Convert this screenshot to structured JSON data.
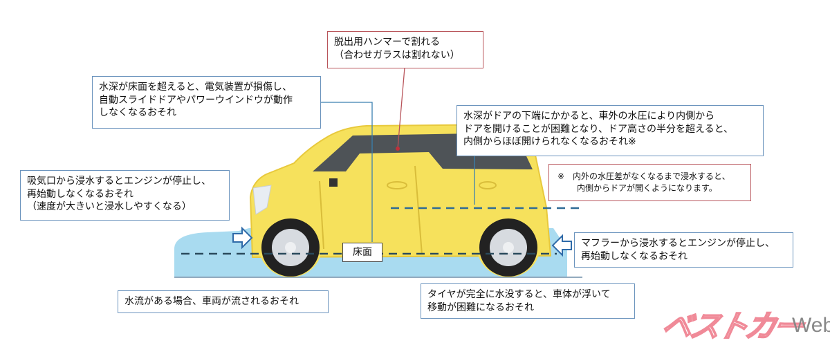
{
  "callouts": {
    "hammer": [
      "脱出用ハンマーで割れる",
      "（合わせガラスは割れない）"
    ],
    "floor_depth": [
      "水深が床面を超えると、電気装置が損傷し、",
      "自動スライドドアやパワーウインドウが動作",
      "しなくなるおそれ"
    ],
    "door": [
      "水深がドアの下端にかかると、車外の水圧により内側から",
      "ドアを開けることが困難となり、ドア高さの半分を超えると、",
      "内側からほぼ開けられなくなるおそれ※"
    ],
    "note": [
      "※　内外の水圧差がなくなるまで浸水すると、",
      "内側からドアが開くようになります。"
    ],
    "intake": [
      "吸気口から浸水するとエンジンが停止し、",
      "再始動しなくなるおそれ",
      "（速度が大きいと浸水しやすくなる）"
    ],
    "muffler": [
      "マフラーから浸水するとエンジンが停止し、",
      "再始動しなくなるおそれ"
    ],
    "water_flow": [
      "水流がある場合、車両が流されるおそれ"
    ],
    "tire": [
      "タイヤが完全に水没すると、車体が浮いて",
      "移動が困難になるおそれ"
    ]
  },
  "floor_label": "床面",
  "logo": {
    "kana": "ベストカー",
    "web": "Web"
  },
  "colors": {
    "car_body": "#f6e15c",
    "water": "#a9dbf0",
    "window": "#4e5357",
    "blue_border": "#6a93bd",
    "red_border": "#b8545a",
    "logo_pink": "#f08a98"
  }
}
